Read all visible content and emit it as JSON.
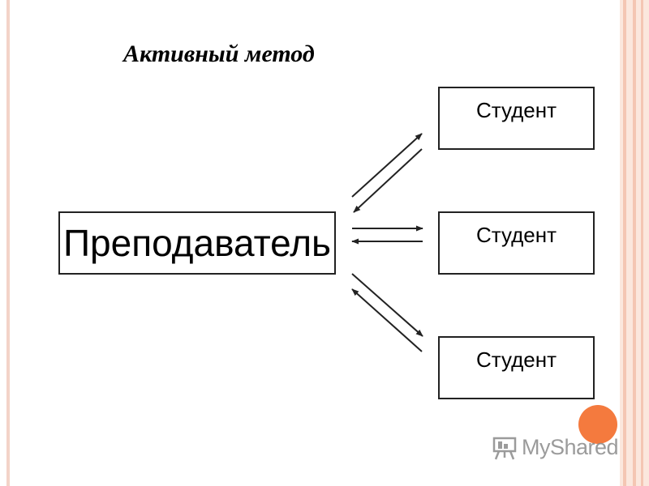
{
  "slide": {
    "title": "Активный метод"
  },
  "diagram": {
    "center_node": {
      "label": "Преподаватель"
    },
    "satellite_nodes": [
      {
        "label": "Студент"
      },
      {
        "label": "Студент"
      },
      {
        "label": "Студент"
      }
    ],
    "connections": [
      {
        "from": "Преподаватель",
        "to": "Студент",
        "direction": "bidirectional"
      },
      {
        "from": "Преподаватель",
        "to": "Студент",
        "direction": "bidirectional"
      },
      {
        "from": "Преподаватель",
        "to": "Студент",
        "direction": "bidirectional"
      }
    ]
  },
  "watermark": {
    "text": "MyShared",
    "icon": "presentation-board-icon"
  },
  "colors": {
    "frame_accent": "#f4c6b3",
    "frame_light": "#fbe7dd",
    "accent_circle": "#f47a3e",
    "line": "#222222"
  }
}
